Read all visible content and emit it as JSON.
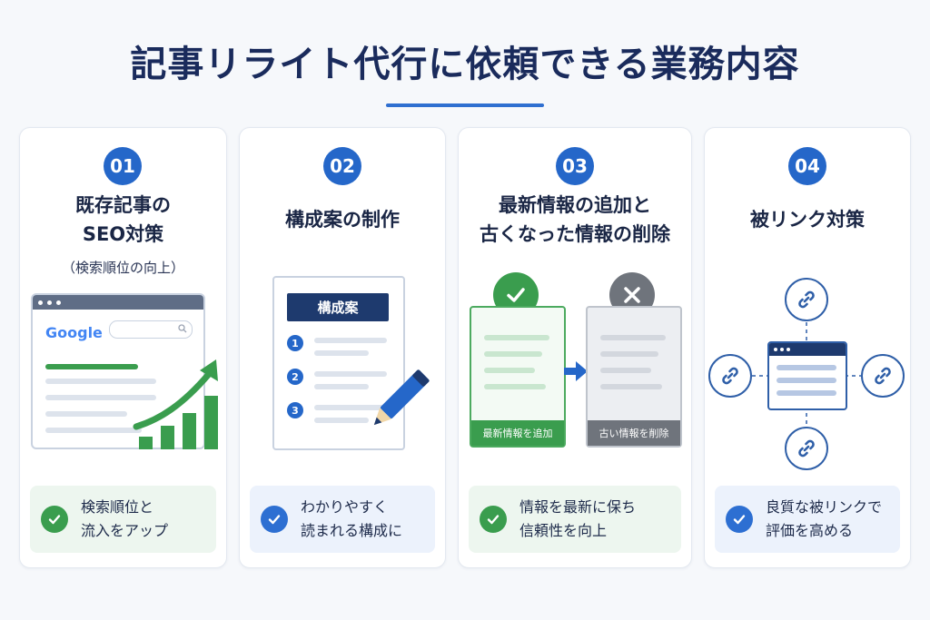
{
  "page": {
    "title": "記事リライト代行に依頼できる業務内容"
  },
  "cards": [
    {
      "number": "01",
      "title_lines": [
        "既存記事の",
        "SEO対策"
      ],
      "subtitle": "（検索順位の向上）",
      "illustration": {
        "logo_text": "Google",
        "icons": [
          "search-icon",
          "growth-arrow-icon"
        ]
      },
      "bottom_lines": [
        "検索順位と",
        "流入をアップ"
      ],
      "accent": "#3a9d4e"
    },
    {
      "number": "02",
      "title_lines": [
        "構成案の制作"
      ],
      "illustration": {
        "doc_header": "構成案",
        "items": [
          "1",
          "2",
          "3"
        ],
        "icons": [
          "pencil-icon"
        ]
      },
      "bottom_lines": [
        "わかりやすく",
        "読まれる構成に"
      ],
      "accent": "#2d6fd2"
    },
    {
      "number": "03",
      "title_lines": [
        "最新情報の追加と",
        "古くなった情報の削除"
      ],
      "illustration": {
        "new_label": "最新情報を追加",
        "old_label": "古い情報を削除",
        "icons": [
          "check-icon",
          "close-icon",
          "arrow-right-icon"
        ]
      },
      "bottom_lines": [
        "情報を最新に保ち",
        "信頼性を向上"
      ],
      "accent": "#3a9d4e"
    },
    {
      "number": "04",
      "title_lines": [
        "被リンク対策"
      ],
      "illustration": {
        "icons": [
          "link-icon",
          "browser-icon"
        ]
      },
      "bottom_lines": [
        "良質な被リンクで",
        "評価を高める"
      ],
      "accent": "#2d6fd2"
    }
  ],
  "colors": {
    "primary_blue": "#2567c9",
    "navy": "#1a2b5c",
    "green": "#3a9d4e",
    "gray": "#6f747c"
  }
}
